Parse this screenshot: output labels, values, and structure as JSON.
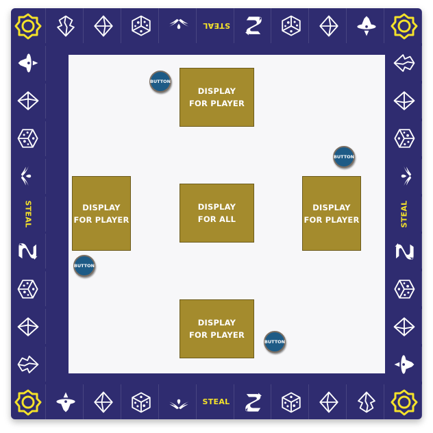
{
  "colors": {
    "board": "#2f2c70",
    "accent": "#f4e22a",
    "panel": "#a48b2d",
    "button": "#1e5b86",
    "center": "#f7f7f9"
  },
  "spaces": {
    "top": [
      "portal-ring-icon",
      "gem-shard-icon",
      "diamond-icon",
      "dice-icon",
      "wings-icon",
      "steal",
      "knot-icon",
      "dice-icon",
      "diamond-icon",
      "ship-icon",
      "portal-ring-icon"
    ],
    "right": [
      "gem-shard-icon",
      "diamond-icon",
      "dice-icon",
      "wings-icon",
      "steal",
      "knot-icon",
      "dice-icon",
      "diamond-icon",
      "ship-icon"
    ],
    "bottom": [
      "portal-ring-icon",
      "ship-icon",
      "diamond-icon",
      "dice-icon",
      "wings-icon",
      "steal",
      "knot-icon",
      "dice-icon",
      "diamond-icon",
      "gem-shard-icon",
      "portal-ring-icon"
    ],
    "left": [
      "ship-icon",
      "diamond-icon",
      "dice-icon",
      "wings-icon",
      "steal",
      "knot-icon",
      "dice-icon",
      "diamond-icon",
      "gem-shard-icon"
    ],
    "steal_label": "STEAL"
  },
  "panels": {
    "top": {
      "line1": "DISPLAY",
      "line2": "FOR PLAYER"
    },
    "left": {
      "line1": "DISPLAY",
      "line2": "FOR PLAYER"
    },
    "center": {
      "line1": "DISPLAY",
      "line2": "FOR ALL"
    },
    "right": {
      "line1": "DISPLAY",
      "line2": "FOR PLAYER"
    },
    "bottom": {
      "line1": "DISPLAY",
      "line2": "FOR PLAYER"
    }
  },
  "buttons": {
    "top": "BUTTON",
    "right": "BUTTON",
    "left": "BUTTON",
    "bottom": "BUTTON"
  }
}
